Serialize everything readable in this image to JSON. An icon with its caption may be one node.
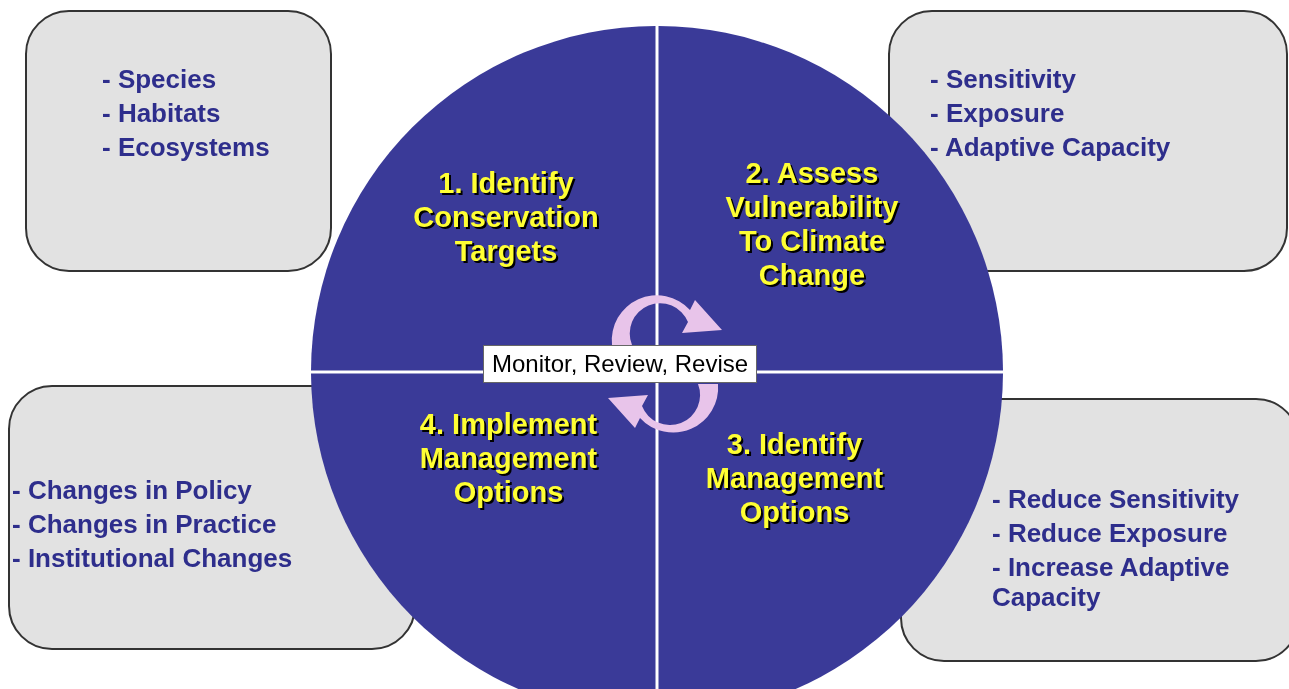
{
  "diagram": {
    "nodes": [
      {
        "text": [
          "- Species",
          "- Habitats",
          "- Ecosystems"
        ]
      },
      {
        "text": [
          "- Sensitivity",
          "- Exposure",
          "- Adaptive Capacity"
        ]
      },
      {
        "text": [
          "- Changes in Policy",
          "- Changes in Practice",
          "- Institutional Changes"
        ]
      },
      {
        "text": [
          "- Reduce Sensitivity",
          "- Reduce Exposure",
          "- Increase Adaptive Capacity"
        ]
      },
      {
        "text": [
          "1. Identify Conservation Targets"
        ]
      },
      {
        "text": [
          "2. Assess Vulnerability To Climate Change"
        ]
      },
      {
        "text": [
          "3. Identify Management Options"
        ]
      },
      {
        "text": [
          "4. Implement Management Options"
        ]
      },
      {
        "text": [
          "Monitor, Review, Revise"
        ]
      }
    ],
    "edges": []
  }
}
